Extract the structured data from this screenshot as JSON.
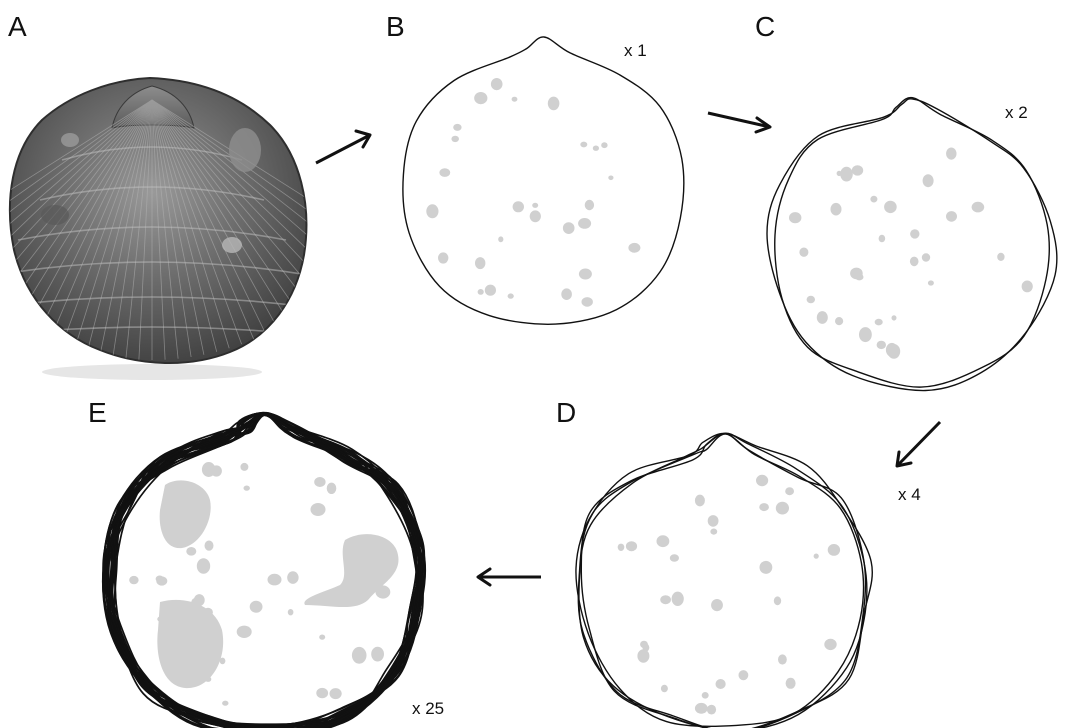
{
  "panels": {
    "A": {
      "label": "A"
    },
    "B": {
      "label": "B",
      "multiplier": "x 1",
      "outlines": 1
    },
    "C": {
      "label": "C",
      "multiplier": "x 2",
      "outlines": 2
    },
    "D": {
      "label": "D",
      "multiplier": "x 4",
      "outlines": 4
    },
    "E": {
      "label": "E",
      "multiplier": "x 25",
      "outlines": 25
    }
  },
  "colors": {
    "outline": "#111111",
    "spot": "#d0d0d0",
    "shell_dark": "#4a4a4a",
    "shell_mid": "#7a7a7a",
    "shell_light": "#a8a8a8"
  }
}
